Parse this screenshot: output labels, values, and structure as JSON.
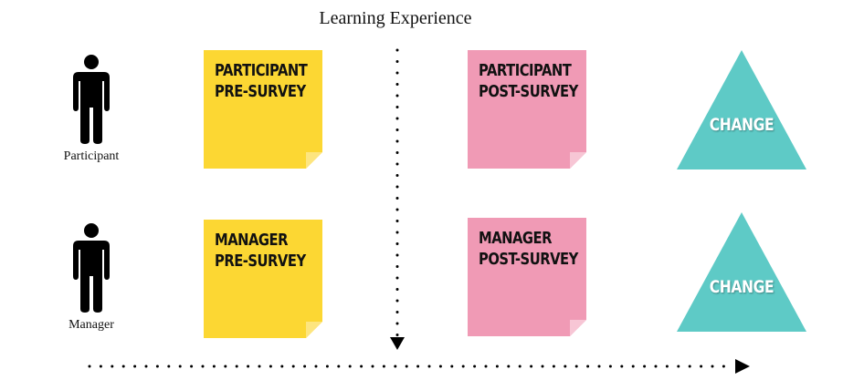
{
  "diagram": {
    "title": "Learning Experience",
    "colors": {
      "pre_survey": "#FCD733",
      "pre_survey_fold": "#FDE57F",
      "post_survey": "#F09AB5",
      "post_survey_fold": "#F7C6D5",
      "change": "#5ECAC6",
      "figure": "#000000",
      "arrow": "#000000"
    },
    "rows": [
      {
        "role_label": "Participant",
        "role_icon": "person-icon",
        "pre_survey": {
          "line1": "PARTICIPANT",
          "line2": "PRE-SURVEY"
        },
        "post_survey": {
          "line1": "PARTICIPANT",
          "line2": "POST-SURVEY"
        },
        "outcome": "CHANGE"
      },
      {
        "role_label": "Manager",
        "role_icon": "person-icon",
        "pre_survey": {
          "line1": "MANAGER",
          "line2": "PRE-SURVEY"
        },
        "post_survey": {
          "line1": "MANAGER",
          "line2": "POST-SURVEY"
        },
        "outcome": "CHANGE"
      }
    ],
    "arrows": [
      {
        "direction": "down",
        "style": "dotted",
        "meaning": "learning experience divider"
      },
      {
        "direction": "right",
        "style": "dotted",
        "meaning": "time"
      }
    ]
  }
}
